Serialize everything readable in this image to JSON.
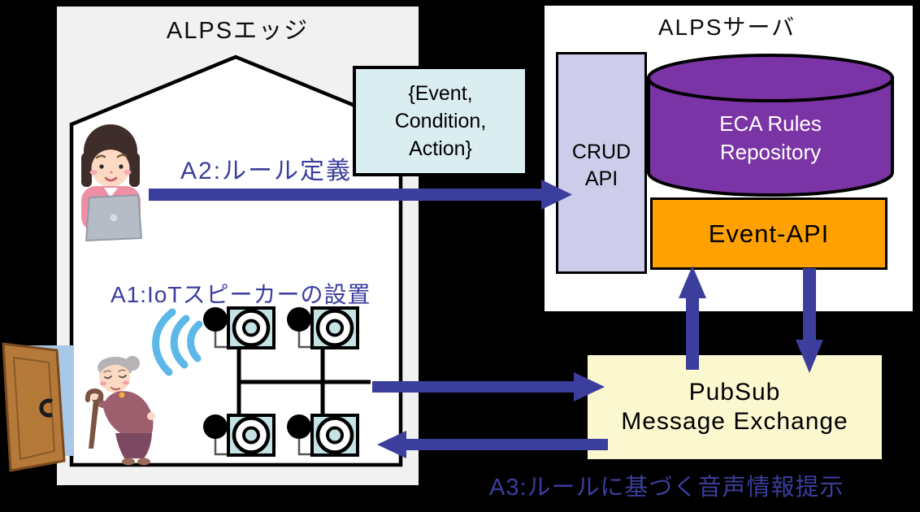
{
  "edge": {
    "title": "ALPSエッジ",
    "a2_label": "A2:ルール定義",
    "a1_label": "A1:IoTスピーカーの設置"
  },
  "server": {
    "title": "ALPSサーバ",
    "crud_api": {
      "lines": [
        "CRUD",
        "API"
      ]
    },
    "repository": {
      "lines": [
        "ECA Rules",
        "Repository"
      ]
    },
    "event_api_label": "Event-API"
  },
  "eca_note": {
    "lines": [
      "{Event,",
      "Condition,",
      "Action}"
    ]
  },
  "pubsub": {
    "lines": [
      "PubSub",
      "Message Exchange"
    ]
  },
  "labels": {
    "a3": "A3:ルールに基づく音声情報提示"
  },
  "icons": {
    "door": "open-door-icon",
    "operator": "woman-at-laptop-icon",
    "resident": "elderly-woman-with-cane-icon",
    "waves": "sound-waves-icon",
    "speaker": "iot-speaker-icon",
    "database": "database-cylinder-icon"
  },
  "colors": {
    "background": "#000000",
    "edge_panel_bg": "#f1f1f1",
    "house_fill": "#ffffff",
    "outline": "#000000",
    "arrow_blue": "#3b3e9c",
    "label_blue": "#3b3e9c",
    "eca_note_bg": "#daedf1",
    "crud_api_bg": "#cdcdeb",
    "repository_purple": "#7b34a6",
    "event_api_orange": "#ffa100",
    "pubsub_bg": "#fbf8d0",
    "wifi_blue": "#5cb8e8",
    "speaker_box_bg": "#c5e2e4"
  }
}
